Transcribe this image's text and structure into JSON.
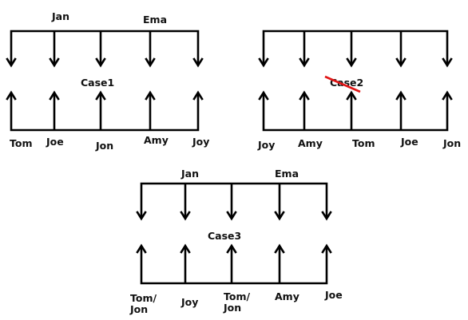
{
  "colors": {
    "line": "#000000",
    "text": "#111111",
    "strike": "#e01515"
  },
  "diagrams": [
    {
      "title": "Case1",
      "title_struck": false,
      "top_labels": [
        "Jan",
        "Ema"
      ],
      "bottom_labels": [
        "Tom",
        "Joe",
        "Jon",
        "Amy",
        "Joy"
      ]
    },
    {
      "title": "Case2",
      "title_struck": true,
      "top_labels": [],
      "bottom_labels": [
        "Joy",
        "Amy",
        "Tom",
        "Joe",
        "Jon"
      ]
    },
    {
      "title": "Case3",
      "title_struck": false,
      "top_labels": [
        "Jan",
        "Ema"
      ],
      "bottom_labels": [
        "Tom/\nJon",
        "Joy",
        "Tom/\nJon",
        "Amy",
        "Joe"
      ]
    }
  ]
}
